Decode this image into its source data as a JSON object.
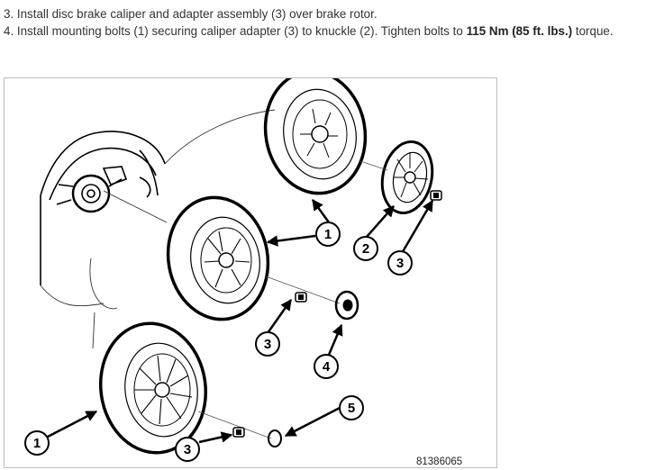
{
  "instructions": {
    "step3": "3. Install disc brake caliper and adapter assembly (3) over brake rotor.",
    "step4_prefix": "4. Install mounting bolts (1) securing caliper adapter (3) to knuckle (2). Tighten bolts to ",
    "step4_bold": "115 Nm (85 ft. lbs.)",
    "step4_suffix": " torque."
  },
  "figure": {
    "id": "81386065",
    "callouts": [
      "1",
      "2",
      "3",
      "3",
      "4",
      "1",
      "3",
      "5"
    ]
  }
}
